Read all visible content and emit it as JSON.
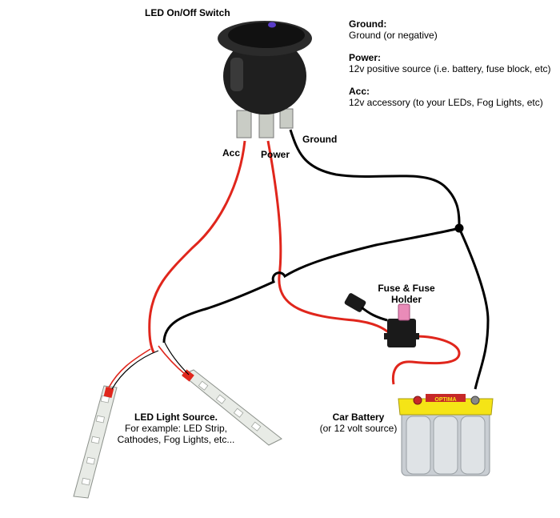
{
  "colors": {
    "positive_wire": "#e0261c",
    "ground_wire": "#000000",
    "battery_top": "#f5e416",
    "battery_body": "#c9ced3",
    "fuse": "#e98bb8",
    "switch_body": "#222222",
    "switch_indicator": "#5a3cc8"
  },
  "switch": {
    "title": "LED On/Off Switch",
    "terminal_acc": "Acc",
    "terminal_power": "Power",
    "terminal_ground": "Ground"
  },
  "legend": {
    "ground_heading": "Ground:",
    "ground_desc": "Ground (or negative)",
    "power_heading": "Power:",
    "power_desc": "12v positive source (i.e. battery, fuse block, etc)",
    "acc_heading": "Acc:",
    "acc_desc": "12v accessory (to your LEDs, Fog Lights, etc)"
  },
  "fuse": {
    "line1": "Fuse & Fuse",
    "line2": "Holder"
  },
  "battery": {
    "title": "Car Battery",
    "subtitle": "(or 12 volt source)",
    "brand": "OPTIMA"
  },
  "led": {
    "title": "LED Light Source.",
    "line1": "For example: LED Strip,",
    "line2": "Cathodes, Fog Lights, etc..."
  }
}
